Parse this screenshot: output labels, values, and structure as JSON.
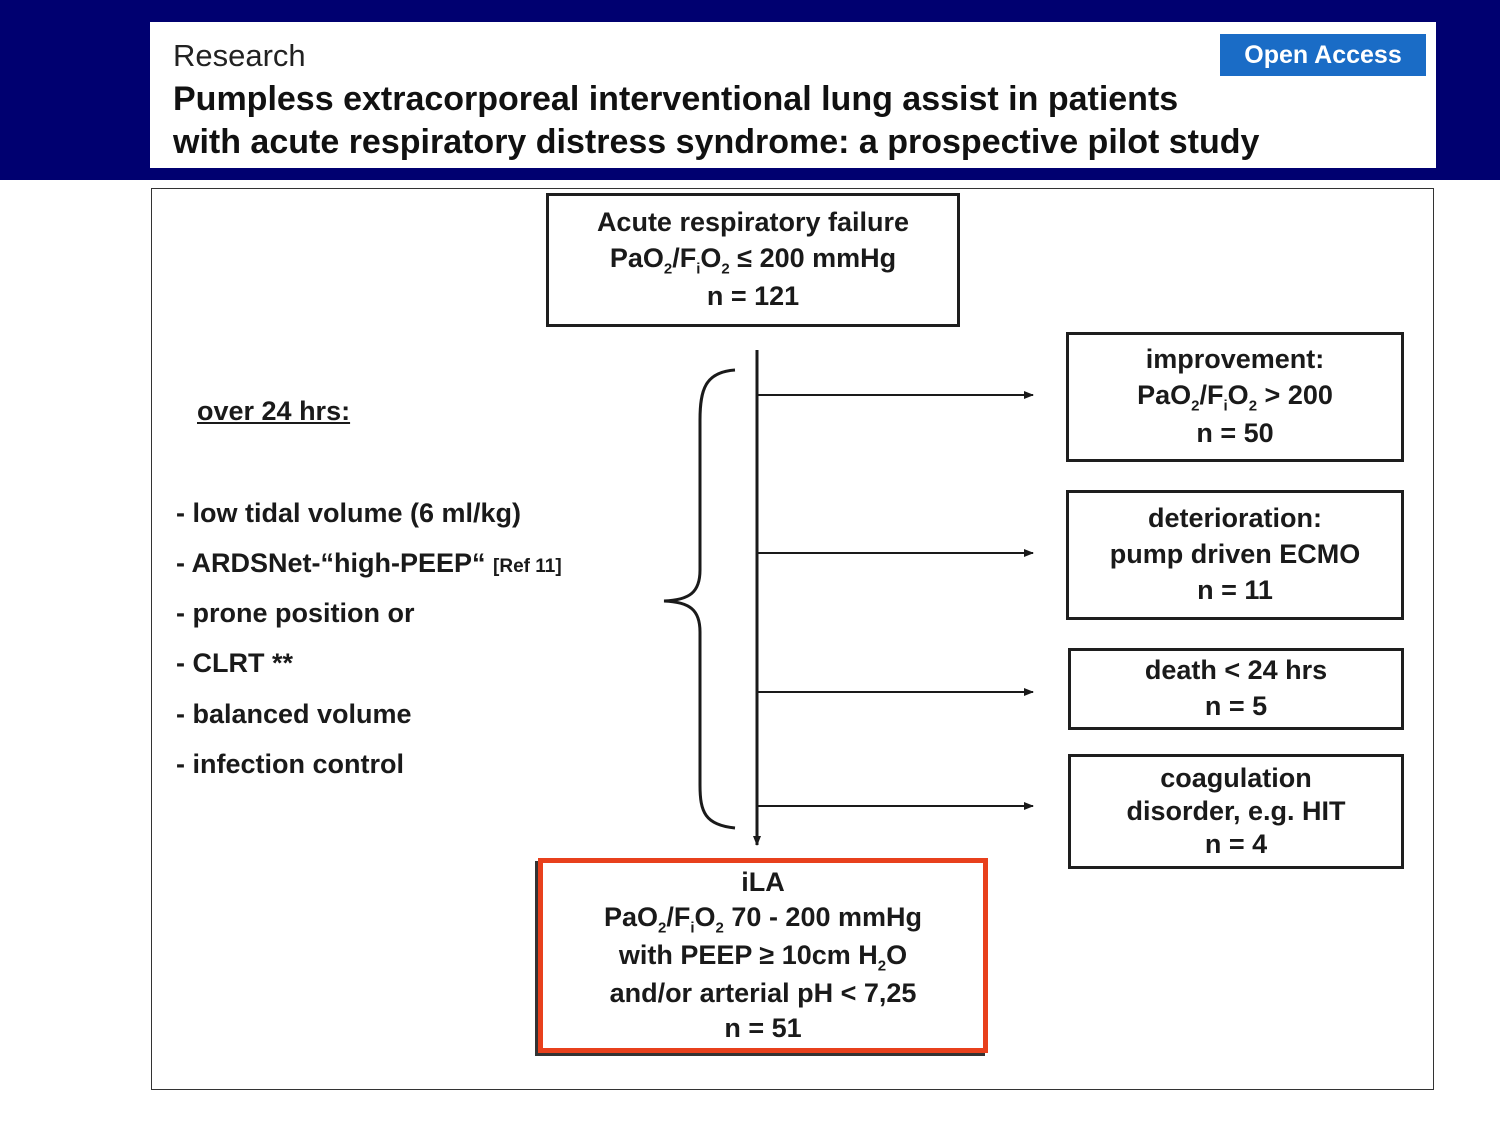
{
  "header": {
    "section": "Research",
    "badge": "Open Access",
    "title_line1": "Pumpless extracorporeal interventional lung assist in patients",
    "title_line2": "with acute respiratory distress syndrome: a prospective pilot study"
  },
  "colors": {
    "top_bar": "#000070",
    "badge": "#1a6cc6",
    "ila_border": "#e8401c"
  },
  "flowchart": {
    "start": {
      "line1": "Acute respiratory failure",
      "ratio_prefix": "PaO",
      "ratio_mid1": "/F",
      "ratio_mid2": "O",
      "ratio_suffix": "≤ 200 mmHg",
      "n": "n = 121"
    },
    "criteria": {
      "heading": "over 24 hrs:",
      "items": [
        "- low tidal volume (6 ml/kg)",
        "- ARDSNet-“high-PEEP“",
        "- prone position or",
        "- CLRT **",
        "- balanced volume",
        "- infection control"
      ],
      "ref": "[Ref 11]"
    },
    "outcomes": [
      {
        "label": "improvement:",
        "ratio_suffix": "> 200",
        "n": "n = 50"
      },
      {
        "label": "deterioration:",
        "label2": "pump driven ECMO",
        "n": "n = 11"
      },
      {
        "label": "death < 24 hrs",
        "n": "n = 5"
      },
      {
        "label": "coagulation",
        "label2": "disorder, e.g. HIT",
        "n": "n = 4"
      }
    ],
    "ila": {
      "title": "iLA",
      "ratio_suffix": "70 - 200 mmHg",
      "peep_prefix": "with PEEP ≥ 10cm H",
      "peep_suffix": "O",
      "ph": "and/or arterial pH < 7,25",
      "n": "n = 51"
    },
    "sub": {
      "two": "2",
      "i": "i"
    }
  }
}
